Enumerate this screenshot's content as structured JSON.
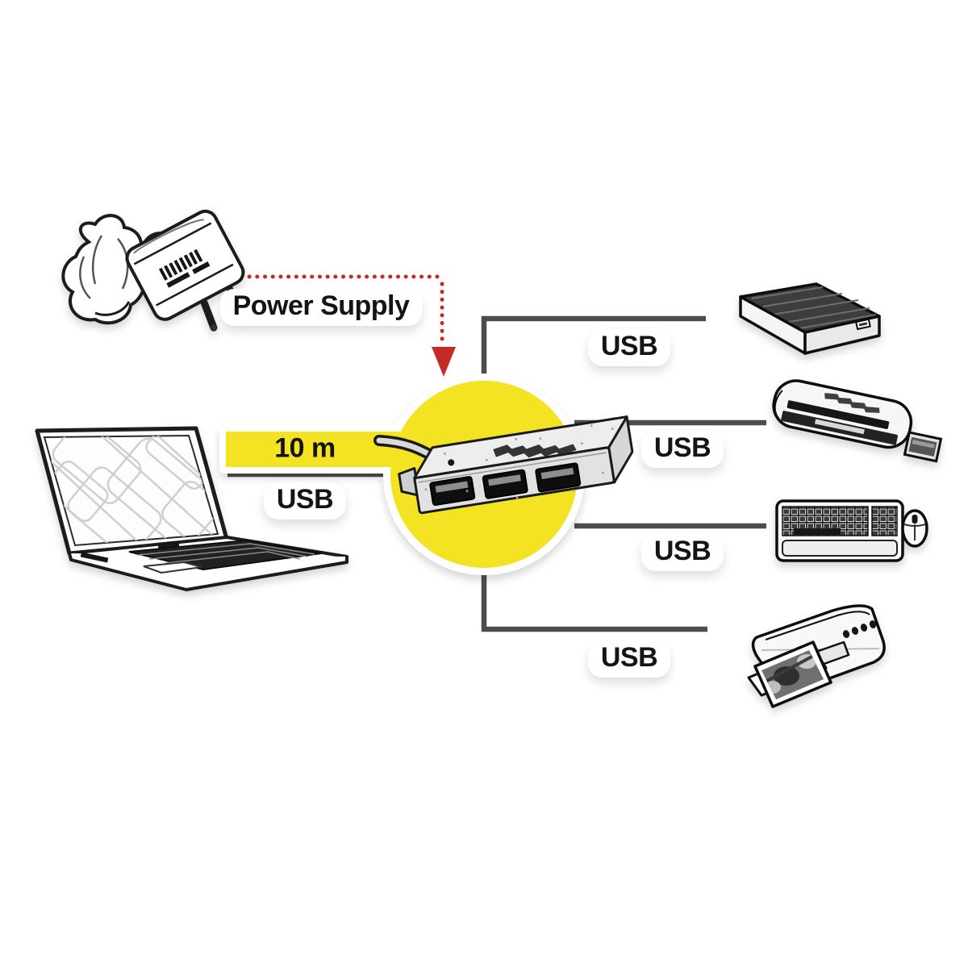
{
  "palette": {
    "background": "#ffffff",
    "highlight_yellow": "#f3e322",
    "arrow_red": "#c42a26",
    "connector_gray": "#4d4d4d",
    "text_black": "#141414"
  },
  "power_supply": {
    "label": "Power Supply",
    "illustration": "wall-plug-power-adapter-sketch"
  },
  "host": {
    "name": "laptop",
    "illustration": "laptop-sketch",
    "cable_length_label": "10 m",
    "port_label": "USB"
  },
  "hub": {
    "name": "usb-hub",
    "illustration": "4-port-usb-hub-sketch",
    "visible_ports": 3,
    "highlight_shape": "yellow-circle"
  },
  "peripherals": [
    {
      "name": "external-hard-drive",
      "port_label": "USB"
    },
    {
      "name": "usb-card-reader",
      "port_label": "USB"
    },
    {
      "name": "keyboard-and-mouse",
      "port_label": "USB"
    },
    {
      "name": "inkjet-printer",
      "port_label": "USB"
    }
  ]
}
